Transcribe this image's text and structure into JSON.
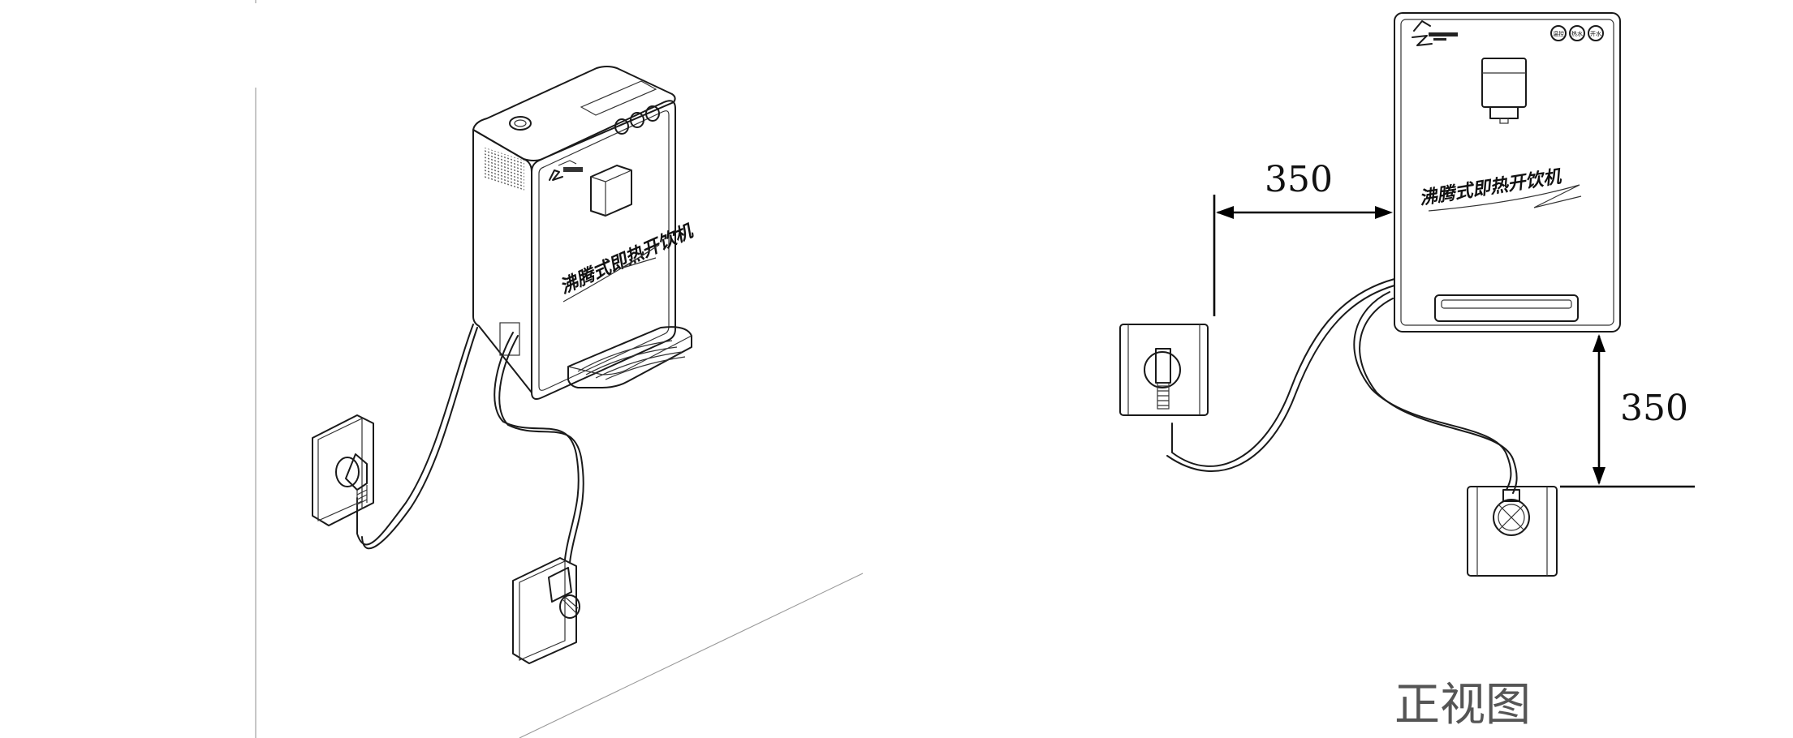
{
  "isometric": {
    "brand_text": "沸腾式即热开饮机"
  },
  "front_view": {
    "brand_text": "沸腾式即热开饮机",
    "button_labels": [
      "温控",
      "热水",
      "开水"
    ],
    "dimension_horizontal": "350",
    "dimension_vertical": "350",
    "caption": "正视图"
  }
}
